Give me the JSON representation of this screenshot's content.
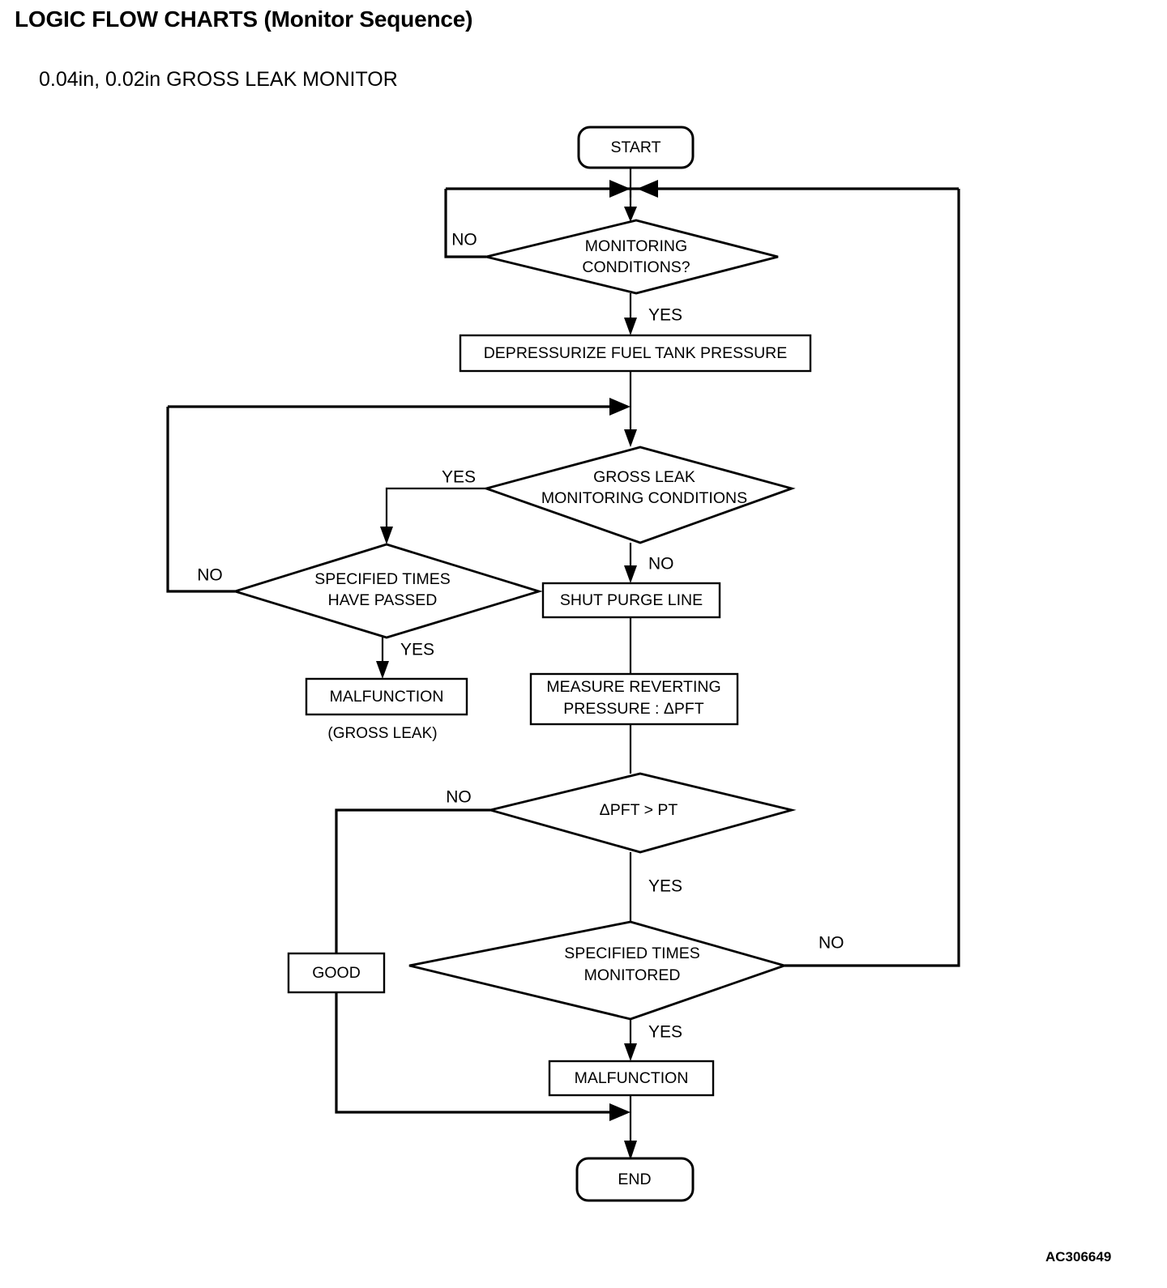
{
  "header": {
    "title": "LOGIC FLOW CHARTS (Monitor Sequence)",
    "subtitle": "0.04in, 0.02in GROSS LEAK MONITOR",
    "art_code": "AC306649"
  },
  "chart_data": {
    "type": "diagram",
    "title": "0.04in, 0.02in GROSS LEAK MONITOR",
    "nodes": [
      {
        "id": "start",
        "shape": "terminator",
        "label": "START"
      },
      {
        "id": "mon_cond",
        "shape": "decision",
        "label": "MONITORING CONDITIONS?"
      },
      {
        "id": "depress",
        "shape": "process",
        "label": "DEPRESSURIZE FUEL TANK PRESSURE"
      },
      {
        "id": "gross_cond",
        "shape": "decision",
        "label": "GROSS LEAK MONITORING CONDITIONS"
      },
      {
        "id": "times_passed",
        "shape": "decision",
        "label": "SPECIFIED TIMES HAVE PASSED"
      },
      {
        "id": "malf_gross",
        "shape": "process",
        "label": "MALFUNCTION",
        "note": "(GROSS LEAK)"
      },
      {
        "id": "shut_purge",
        "shape": "process",
        "label": "SHUT PURGE LINE"
      },
      {
        "id": "measure",
        "shape": "process",
        "label": "MEASURE REVERTING PRESSURE : ΔPFT"
      },
      {
        "id": "pft_cmp",
        "shape": "decision",
        "label": "ΔPFT > PT"
      },
      {
        "id": "good",
        "shape": "process",
        "label": "GOOD"
      },
      {
        "id": "times_mon",
        "shape": "decision",
        "label": "SPECIFIED TIMES MONITORED"
      },
      {
        "id": "malf",
        "shape": "process",
        "label": "MALFUNCTION"
      },
      {
        "id": "end",
        "shape": "terminator",
        "label": "END"
      }
    ],
    "edges": [
      {
        "from": "start",
        "to": "mon_cond",
        "label": ""
      },
      {
        "from": "mon_cond",
        "to": "mon_cond",
        "label": "NO"
      },
      {
        "from": "mon_cond",
        "to": "depress",
        "label": "YES"
      },
      {
        "from": "depress",
        "to": "gross_cond",
        "label": ""
      },
      {
        "from": "gross_cond",
        "to": "times_passed",
        "label": "YES"
      },
      {
        "from": "gross_cond",
        "to": "shut_purge",
        "label": "NO"
      },
      {
        "from": "times_passed",
        "to": "gross_cond",
        "label": "NO"
      },
      {
        "from": "times_passed",
        "to": "malf_gross",
        "label": "YES"
      },
      {
        "from": "shut_purge",
        "to": "measure",
        "label": ""
      },
      {
        "from": "measure",
        "to": "pft_cmp",
        "label": ""
      },
      {
        "from": "pft_cmp",
        "to": "good",
        "label": "NO"
      },
      {
        "from": "pft_cmp",
        "to": "times_mon",
        "label": "YES"
      },
      {
        "from": "times_mon",
        "to": "mon_cond",
        "label": "NO"
      },
      {
        "from": "times_mon",
        "to": "malf",
        "label": "YES"
      },
      {
        "from": "malf",
        "to": "end",
        "label": ""
      },
      {
        "from": "good",
        "to": "end",
        "label": ""
      }
    ],
    "labels": {
      "start": "START",
      "monitoring_conditions_l1": "MONITORING",
      "monitoring_conditions_l2": "CONDITIONS?",
      "depressurize": "DEPRESSURIZE FUEL TANK PRESSURE",
      "gross_leak_l1": "GROSS LEAK",
      "gross_leak_l2": "MONITORING CONDITIONS",
      "times_passed_l1": "SPECIFIED TIMES",
      "times_passed_l2": "HAVE PASSED",
      "malfunction_gross": "MALFUNCTION",
      "gross_leak_note": "(GROSS LEAK)",
      "shut_purge": "SHUT PURGE LINE",
      "measure_l1": "MEASURE REVERTING",
      "measure_l2": "PRESSURE : ΔPFT",
      "pft_compare": "ΔPFT > PT",
      "good": "GOOD",
      "times_monitored_l1": "SPECIFIED TIMES",
      "times_monitored_l2": "MONITORED",
      "malfunction": "MALFUNCTION",
      "end": "END"
    },
    "edge_labels": {
      "no_mon": "NO",
      "yes_mon": "YES",
      "yes_gross": "YES",
      "no_gross": "NO",
      "no_passed": "NO",
      "yes_passed": "YES",
      "no_pft": "NO",
      "yes_pft": "YES",
      "no_times_mon": "NO",
      "yes_times_mon": "YES"
    },
    "colors": {
      "stroke": "#000000",
      "fill": "#ffffff",
      "text": "#000000"
    }
  }
}
